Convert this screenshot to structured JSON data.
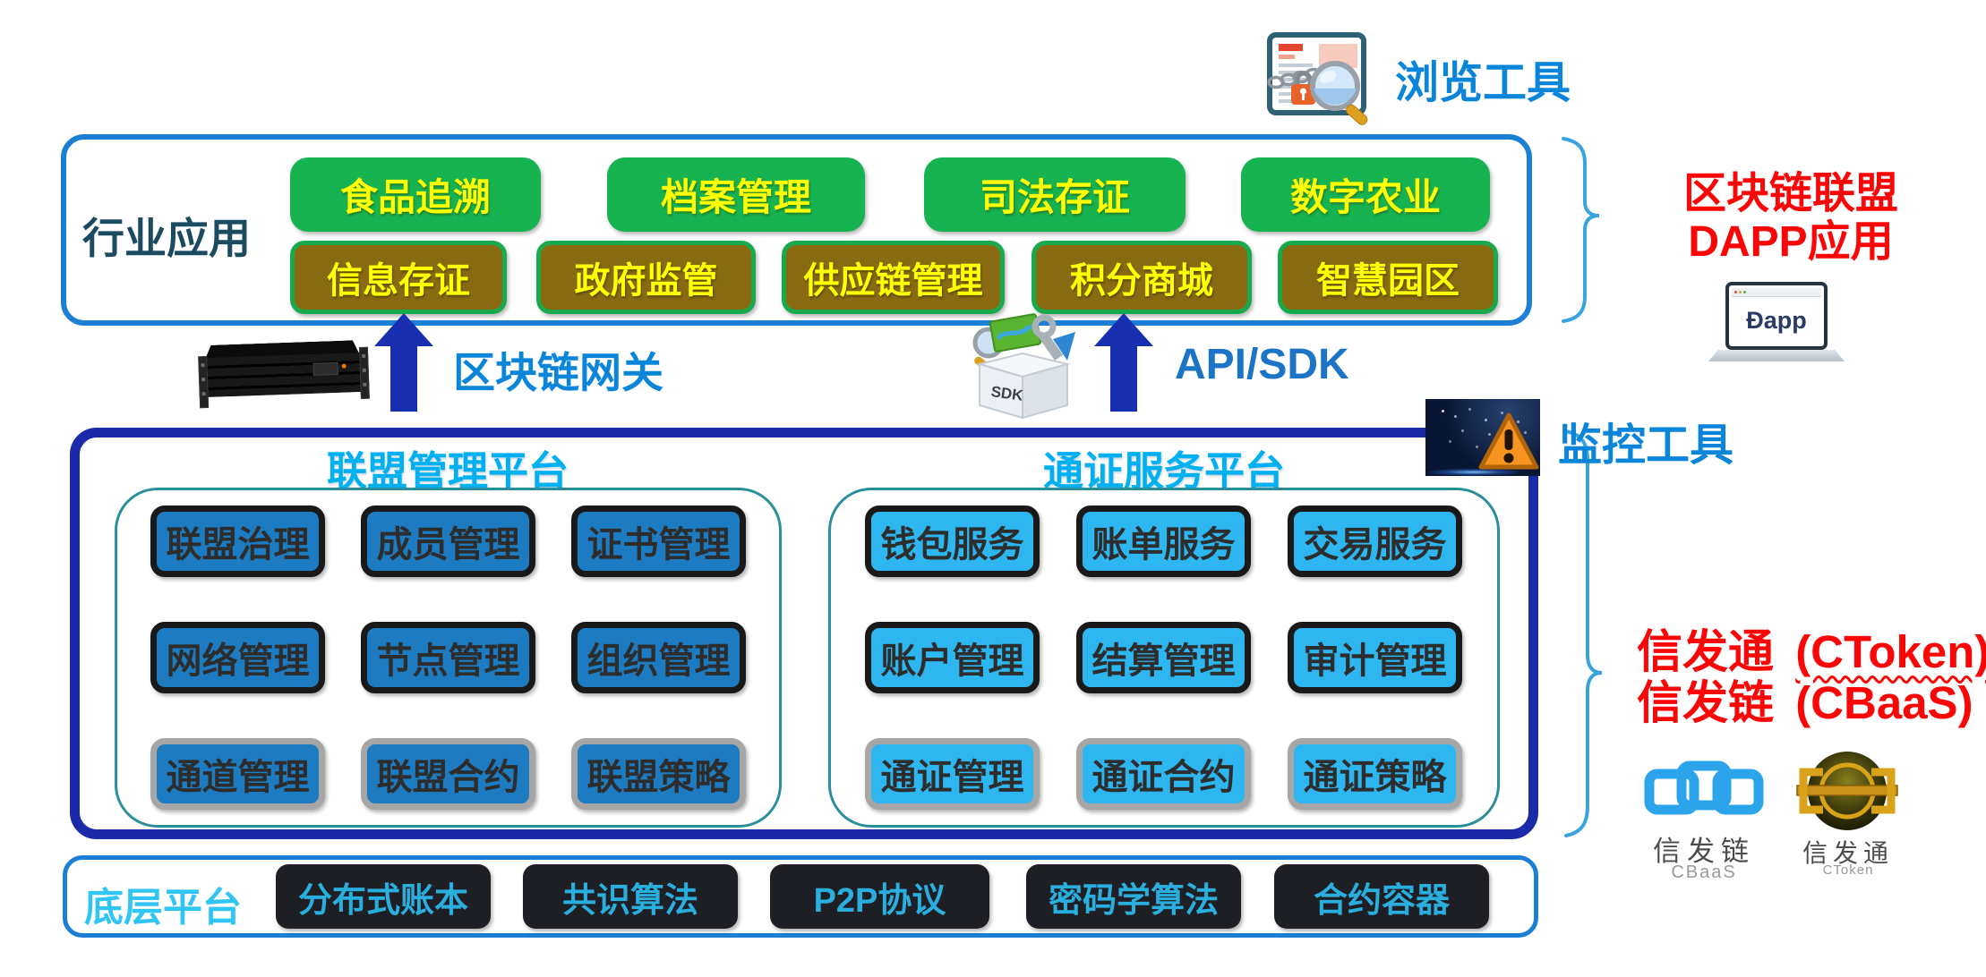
{
  "browse_tool": {
    "label": "浏览工具"
  },
  "industry": {
    "label": "行业应用",
    "green_apps": [
      "食品追溯",
      "档案管理",
      "司法存证",
      "数字农业"
    ],
    "brown_apps": [
      "信息存证",
      "政府监管",
      "供应链管理",
      "积分商城",
      "智慧园区"
    ]
  },
  "dapp_note": {
    "line1": "区块链联盟",
    "line2": "DAPP应用",
    "laptop_label": "Ðapp"
  },
  "gateway": {
    "label": "区块链网关"
  },
  "api_sdk": {
    "label": "API/SDK",
    "box_label": "SDK"
  },
  "monitor_tool": {
    "label": "监控工具"
  },
  "alliance_platform": {
    "title": "联盟管理平台",
    "rows": [
      [
        "联盟治理",
        "成员管理",
        "证书管理"
      ],
      [
        "网络管理",
        "节点管理",
        "组织管理"
      ],
      [
        "通道管理",
        "联盟合约",
        "联盟策略"
      ]
    ]
  },
  "token_platform": {
    "title": "通证服务平台",
    "rows": [
      [
        "钱包服务",
        "账单服务",
        "交易服务"
      ],
      [
        "账户管理",
        "结算管理",
        "审计管理"
      ],
      [
        "通证管理",
        "通证合约",
        "通证策略"
      ]
    ]
  },
  "product_note": {
    "name1": "信发通",
    "suffix1": "(CToken)",
    "name2": "信发链",
    "suffix2": "(CBaaS)"
  },
  "logos": {
    "cbaas": {
      "name": "信发链",
      "subtitle": "CBaaS"
    },
    "ctoken": {
      "name": "信发通",
      "subtitle": "CToken"
    }
  },
  "base_platform": {
    "label": "底层平台",
    "items": [
      "分布式账本",
      "共识算法",
      "P2P协议",
      "密码学算法",
      "合约容器"
    ]
  },
  "colors": {
    "accent_blue": "#0a85da",
    "api_sdk_blue": "#1b74c6",
    "arrow_navy": "#182fb0",
    "outer_border_blue": "#1b7fd4",
    "main_border_navy": "#1a2aa8",
    "inner_border_teal": "#2b8f9b",
    "section_title_cyan": "#00b0f0",
    "green_chip": "#17b351",
    "brown_chip": "#8a6a11",
    "chip_text_yellow": "#fdff02",
    "alliance_chip_blue": "#1d7cc1",
    "token_chip_cyan": "#2db6ef",
    "base_chip_black": "#1d1f24",
    "base_chip_text": "#2aaede",
    "annotation_red": "#fb0606",
    "brace_blue": "#38a3de"
  }
}
